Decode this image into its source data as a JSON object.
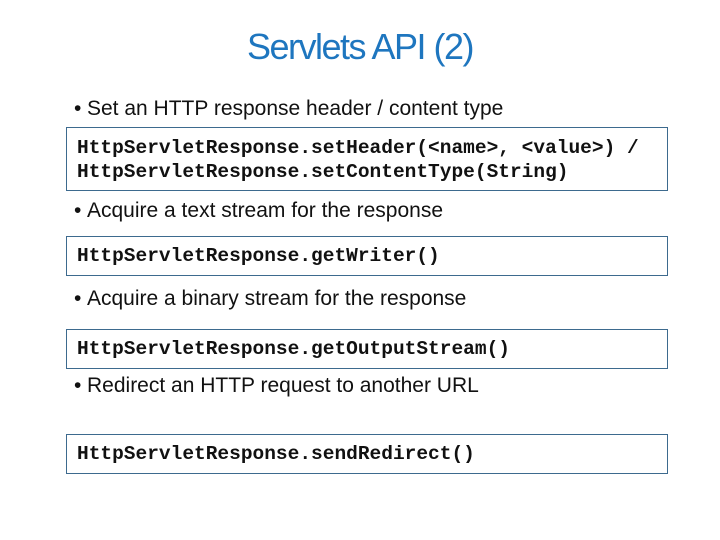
{
  "title": "Servlets API (2)",
  "bullet_glyph": "•",
  "items": [
    {
      "text": "Set an HTTP response header / content type",
      "code": [
        "HttpServletResponse.setHeader(<name>, <value>) /",
        "HttpServletResponse.setContentType(String)"
      ]
    },
    {
      "text": "Acquire a text stream for the response",
      "code": [
        "HttpServletResponse.getWriter()"
      ]
    },
    {
      "text": "Acquire a binary stream for the response",
      "code": [
        "HttpServletResponse.getOutputStream()"
      ]
    },
    {
      "text": "Redirect an HTTP request to another URL",
      "code": [
        "HttpServletResponse.sendRedirect()"
      ]
    }
  ]
}
